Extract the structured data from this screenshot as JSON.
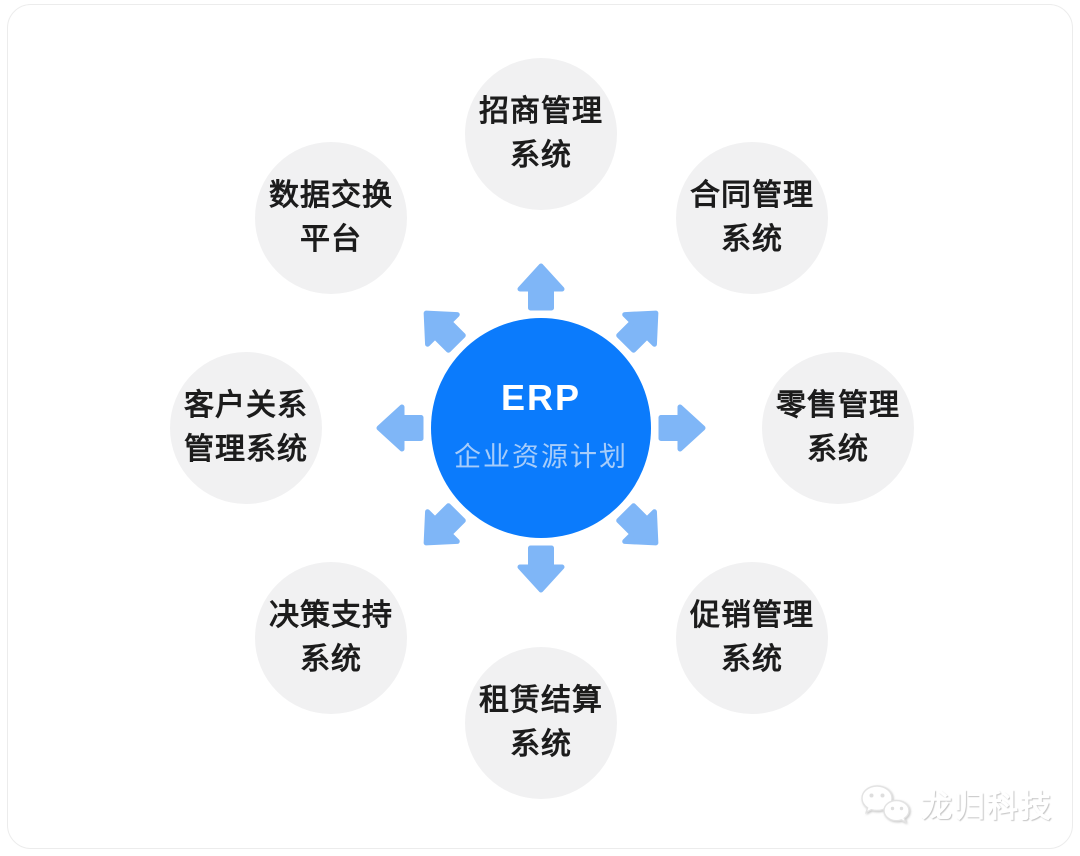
{
  "diagram": {
    "center": {
      "title": "ERP",
      "subtitle": "企业资源计划"
    },
    "nodes": [
      {
        "position": "top",
        "line1": "招商管理",
        "line2": "系统"
      },
      {
        "position": "top-right",
        "line1": "合同管理",
        "line2": "系统"
      },
      {
        "position": "right",
        "line1": "零售管理",
        "line2": "系统"
      },
      {
        "position": "bottom-right",
        "line1": "促销管理",
        "line2": "系统"
      },
      {
        "position": "bottom",
        "line1": "租赁结算",
        "line2": "系统"
      },
      {
        "position": "bottom-left",
        "line1": "决策支持",
        "line2": "系统"
      },
      {
        "position": "left",
        "line1": "客户关系",
        "line2": "管理系统"
      },
      {
        "position": "top-left",
        "line1": "数据交换",
        "line2": "平台"
      }
    ],
    "arrows": [
      "up",
      "up-right",
      "right",
      "down-right",
      "down",
      "down-left",
      "left",
      "up-left"
    ]
  },
  "watermark": {
    "brand": "龙归科技",
    "icon": "wechat-icon"
  },
  "colors": {
    "center_circle": "#0b7bfc",
    "center_title_text": "#ffffff",
    "center_subtitle_text": "#a6ccfa",
    "arrow": "#7fb6f7",
    "node_circle": "#f1f1f2",
    "node_text": "#1c1c1c",
    "card_border": "#ececec",
    "watermark_text": "#ffffff"
  }
}
